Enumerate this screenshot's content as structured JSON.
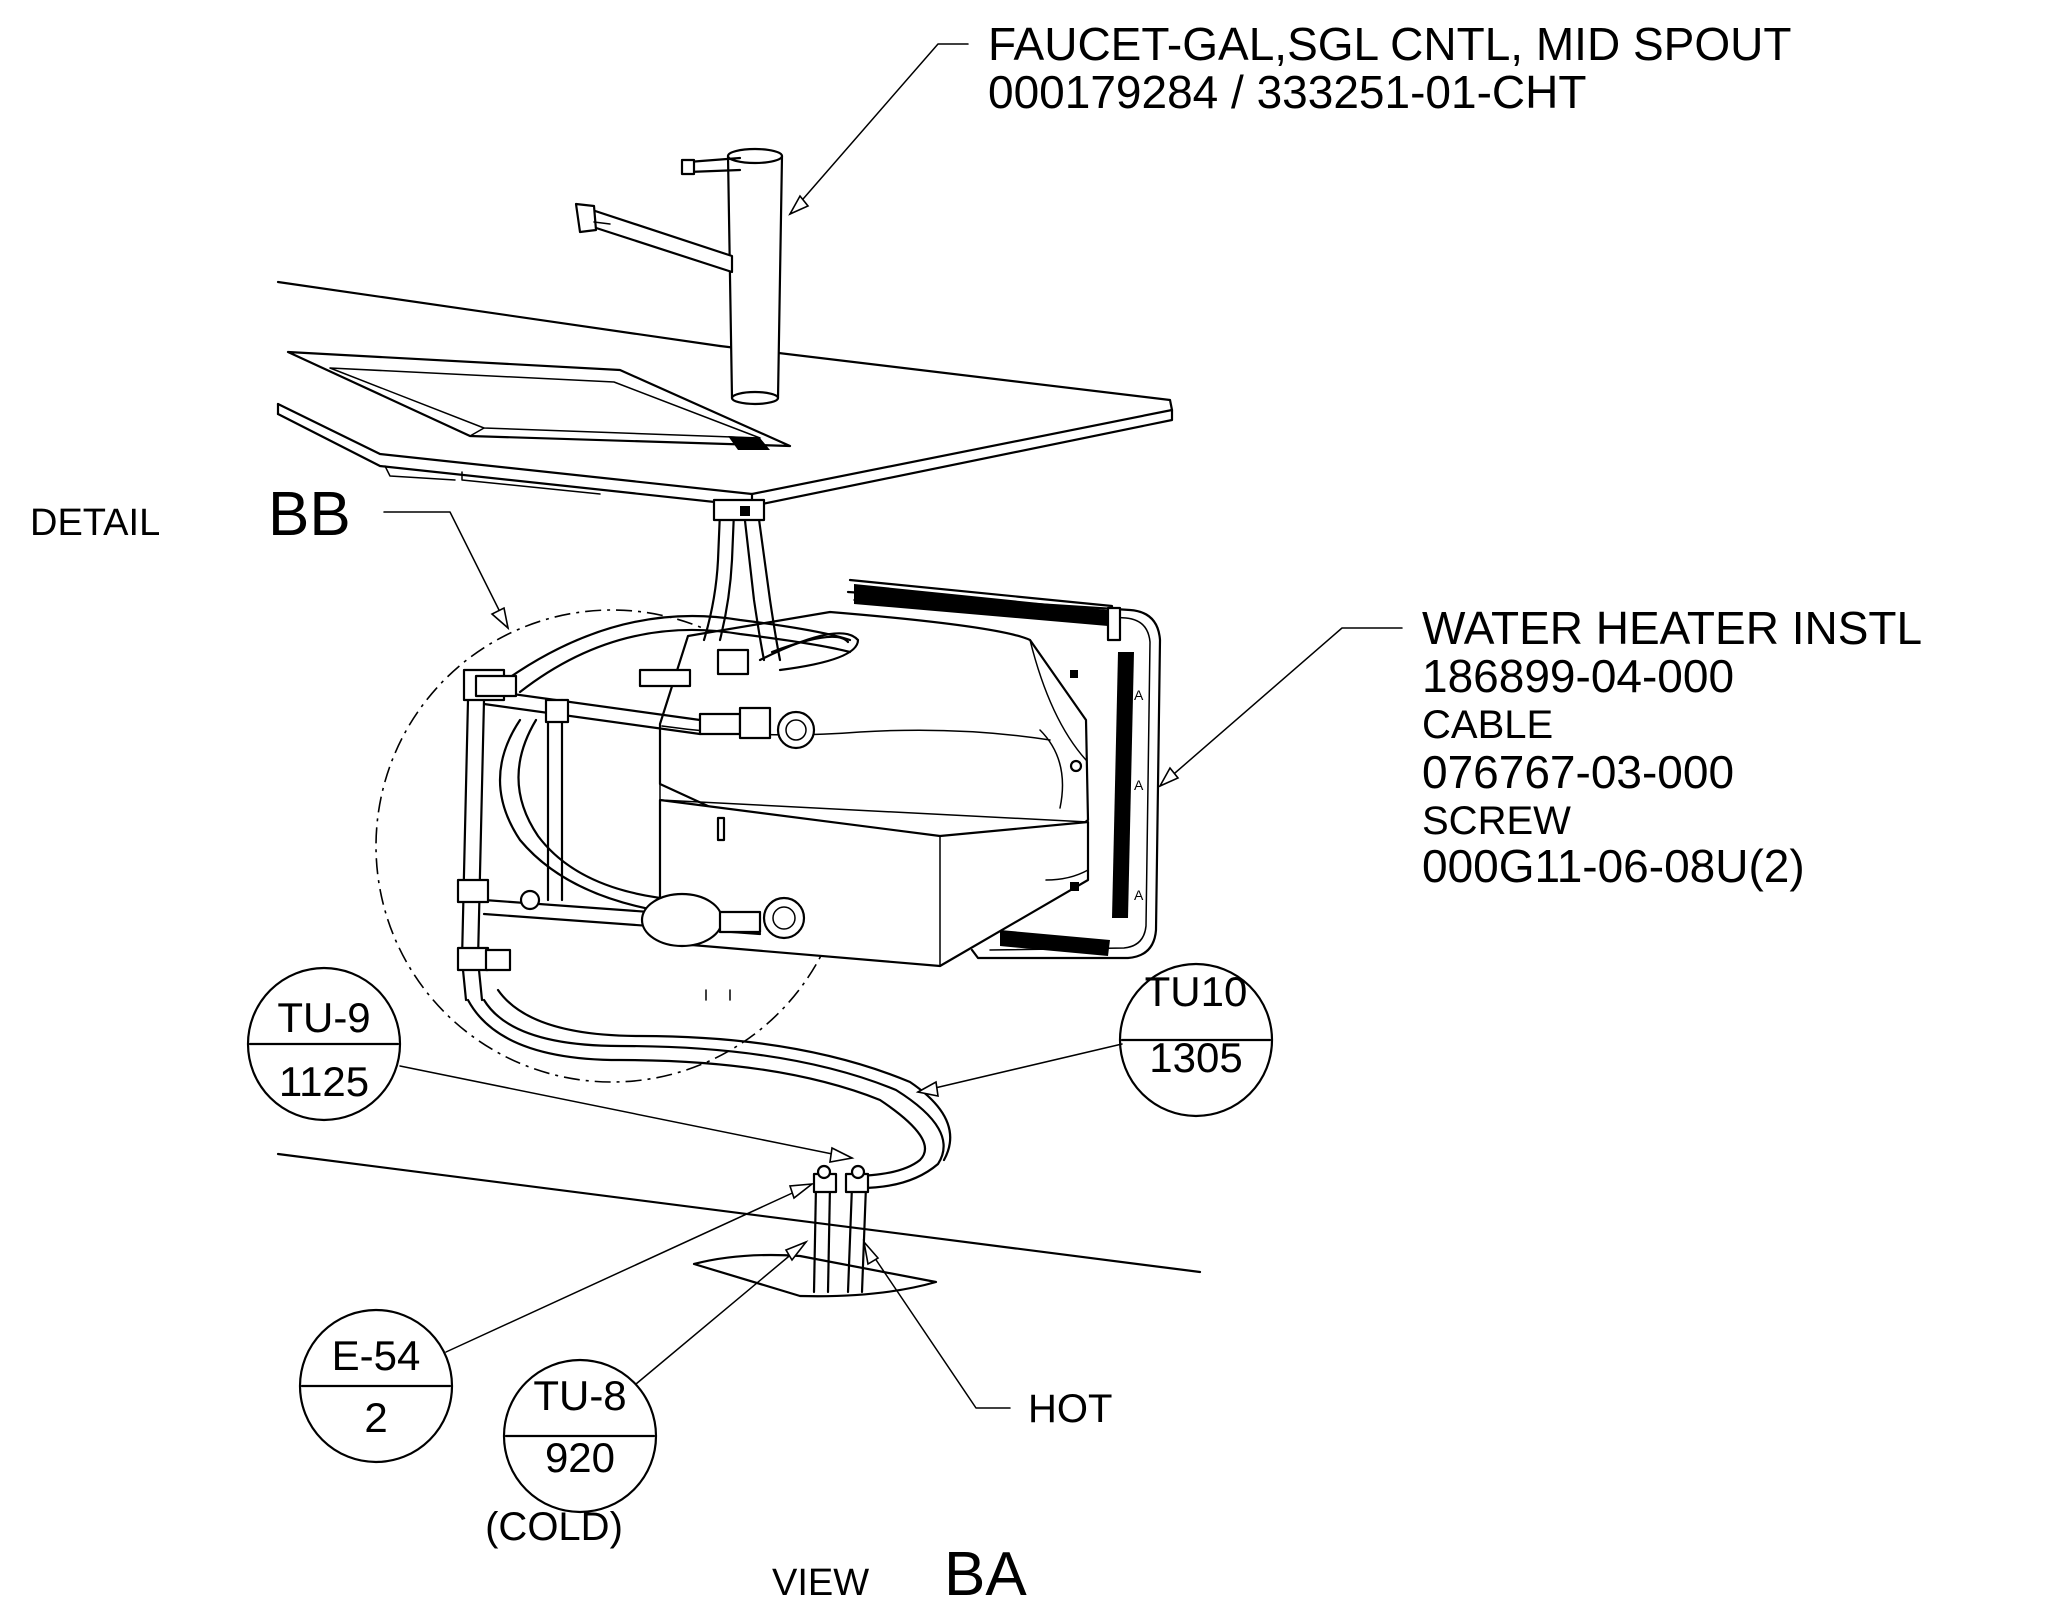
{
  "callouts": {
    "faucet": {
      "line1": "FAUCET-GAL,SGL CNTL, MID SPOUT",
      "line2": "000179284 / 333251-01-CHT"
    },
    "heater": {
      "line1": "WATER HEATER INSTL",
      "line2": "186899-04-000",
      "line3": "CABLE",
      "line4": "076767-03-000",
      "line5": "SCREW",
      "line6": "000G11-06-08U(2)"
    },
    "detail": {
      "prefix": "DETAIL",
      "letters": "BB"
    },
    "view": {
      "prefix": "VIEW",
      "letters": "BA"
    },
    "hot": "HOT",
    "cold": "(COLD)"
  },
  "balloons": {
    "tu9": {
      "top": "TU-9",
      "bottom": "1125"
    },
    "tu10": {
      "top": "TU10",
      "bottom": "1305"
    },
    "e54": {
      "top": "E-54",
      "bottom": "2"
    },
    "tu8": {
      "top": "TU-8",
      "bottom": "920"
    }
  }
}
